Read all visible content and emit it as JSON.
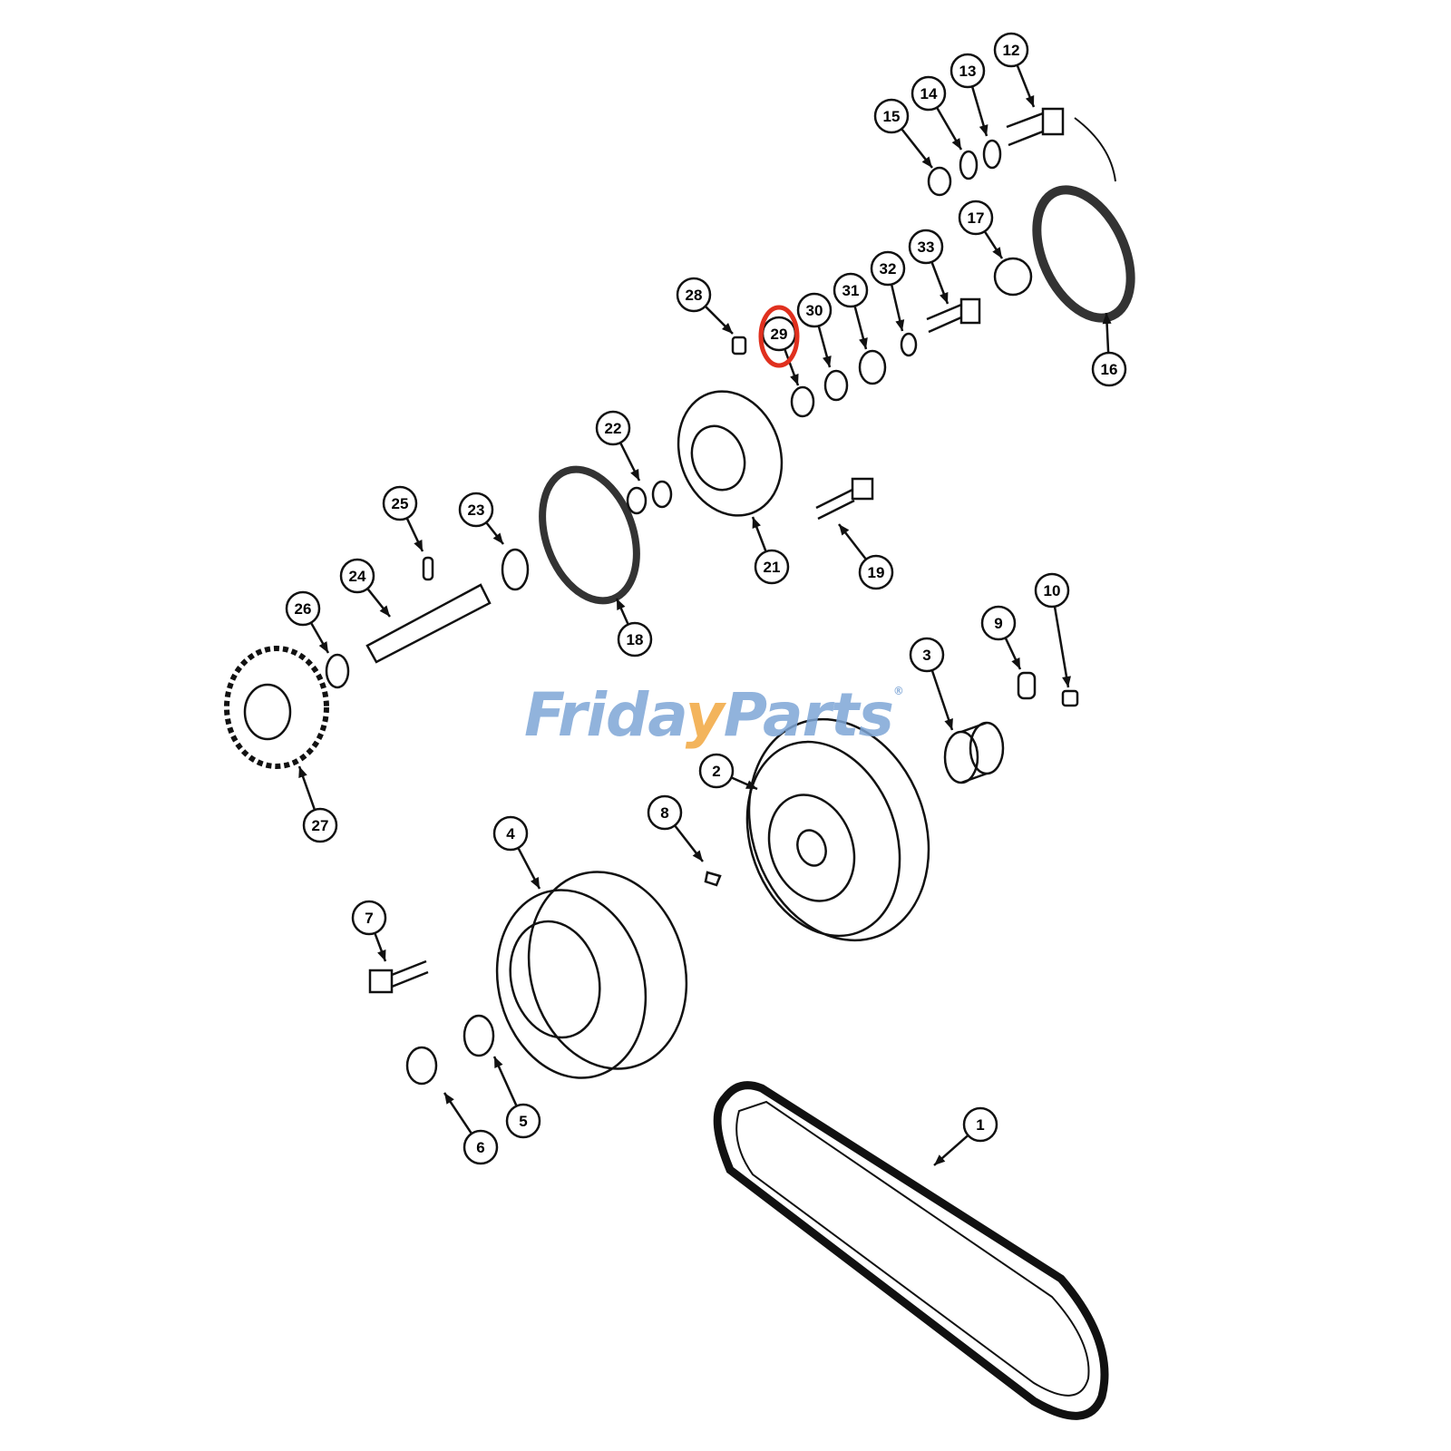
{
  "watermark": {
    "brand_part1": "Frida",
    "brand_y": "y",
    "brand_part2": "Parts",
    "registered": "®"
  },
  "highlight_color": "#e0301e",
  "highlighted_callout": "29",
  "callouts": [
    "1",
    "2",
    "3",
    "4",
    "5",
    "6",
    "7",
    "8",
    "9",
    "10",
    "12",
    "13",
    "14",
    "15",
    "16",
    "17",
    "18",
    "19",
    "21",
    "22",
    "23",
    "24",
    "25",
    "26",
    "27",
    "28",
    "29",
    "30",
    "31",
    "32",
    "33"
  ]
}
